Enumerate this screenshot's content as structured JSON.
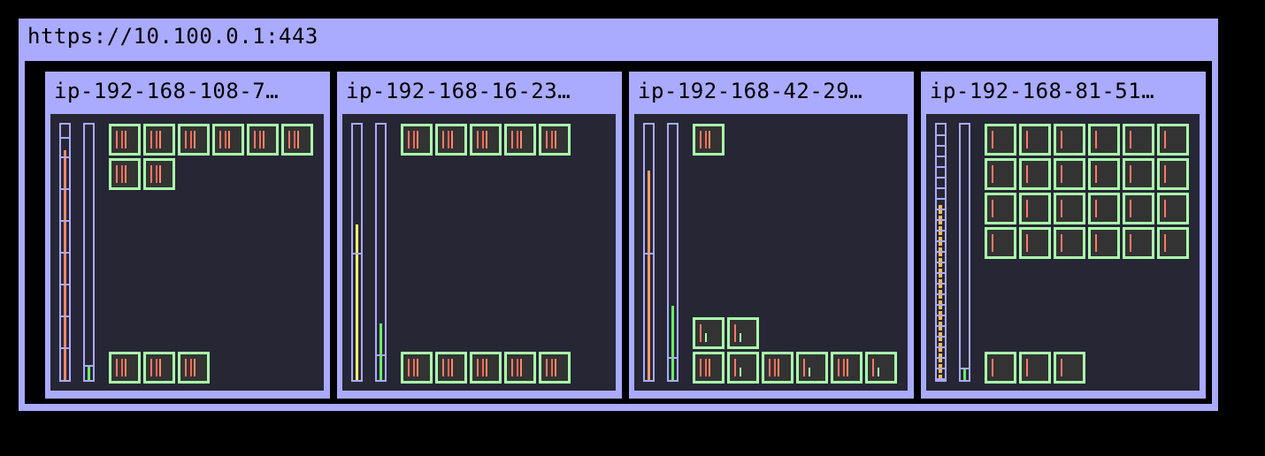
{
  "cluster": {
    "title": "https://10.100.0.1:443"
  },
  "nodes": [
    {
      "name": "ip-192-168-108-7…",
      "cpu_gauge": {
        "fill_percent": 90,
        "color": "#ff8866",
        "marker_percent": 95
      },
      "mem_gauge": {
        "fill_percent": 6,
        "color": "#66ee66",
        "marker_percent": 6
      }
    },
    {
      "name": "ip-192-168-16-23…",
      "cpu_gauge": {
        "fill_percent": 61,
        "color": "#ffff66",
        "marker_percent": 50
      },
      "mem_gauge": {
        "fill_percent": 22,
        "color": "#66ee66",
        "marker_percent": 10
      }
    },
    {
      "name": "ip-192-168-42-29…",
      "cpu_gauge": {
        "fill_percent": 82,
        "color": "#ff9966",
        "marker_percent": 50
      },
      "mem_gauge": {
        "fill_percent": 29,
        "color": "#66ee66",
        "marker_percent": 9
      }
    },
    {
      "name": "ip-192-168-81-51…",
      "cpu_gauge": {
        "fill_percent": 70,
        "color": "#ffbb55",
        "segmented": true
      },
      "mem_gauge": {
        "fill_percent": 4,
        "color": "#66ee66",
        "marker_percent": 5
      }
    }
  ],
  "colors": {
    "frame": "#aaaaff",
    "node_background": "#262635",
    "pod_border": "#aaffaa",
    "pod_background": "#333333",
    "cpu_bar": "#ff6655",
    "mem_bar": "#ff8866"
  }
}
